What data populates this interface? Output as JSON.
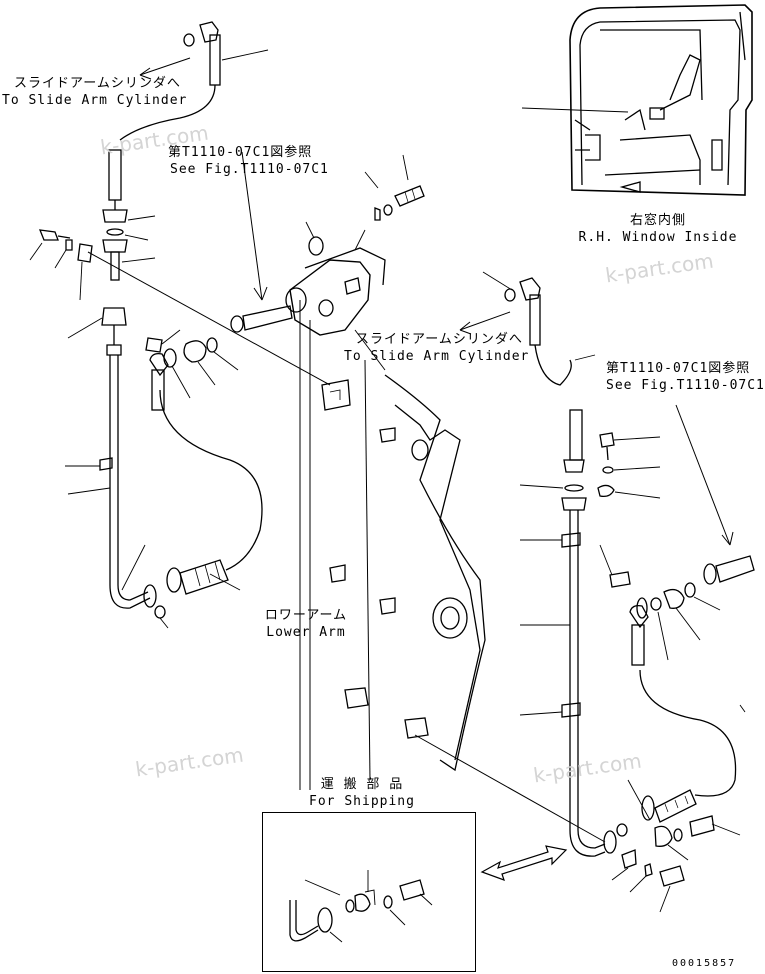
{
  "labels": {
    "slide_arm_1_jp": "スライドアームシリンダへ",
    "slide_arm_1_en": "To Slide Arm Cylinder",
    "see_fig_1_jp": "第T1110-07C1図参照",
    "see_fig_1_en": "See Fig.T1110-07C1",
    "slide_arm_2_jp": "スライドアームシリンダへ",
    "slide_arm_2_en": "To Slide Arm Cylinder",
    "see_fig_2_jp": "第T1110-07C1図参照",
    "see_fig_2_en": "See Fig.T1110-07C1",
    "window_jp": "右窓内側",
    "window_en": "R.H. Window Inside",
    "lower_arm_jp": "ロワーアーム",
    "lower_arm_en": "Lower Arm",
    "shipping_jp": "運 搬 部 品",
    "shipping_en": "For Shipping"
  },
  "watermark": "k-part.com",
  "doc_number": "00015857",
  "colors": {
    "line": "#000000",
    "watermark": "#d4d4d4",
    "background": "#ffffff"
  }
}
